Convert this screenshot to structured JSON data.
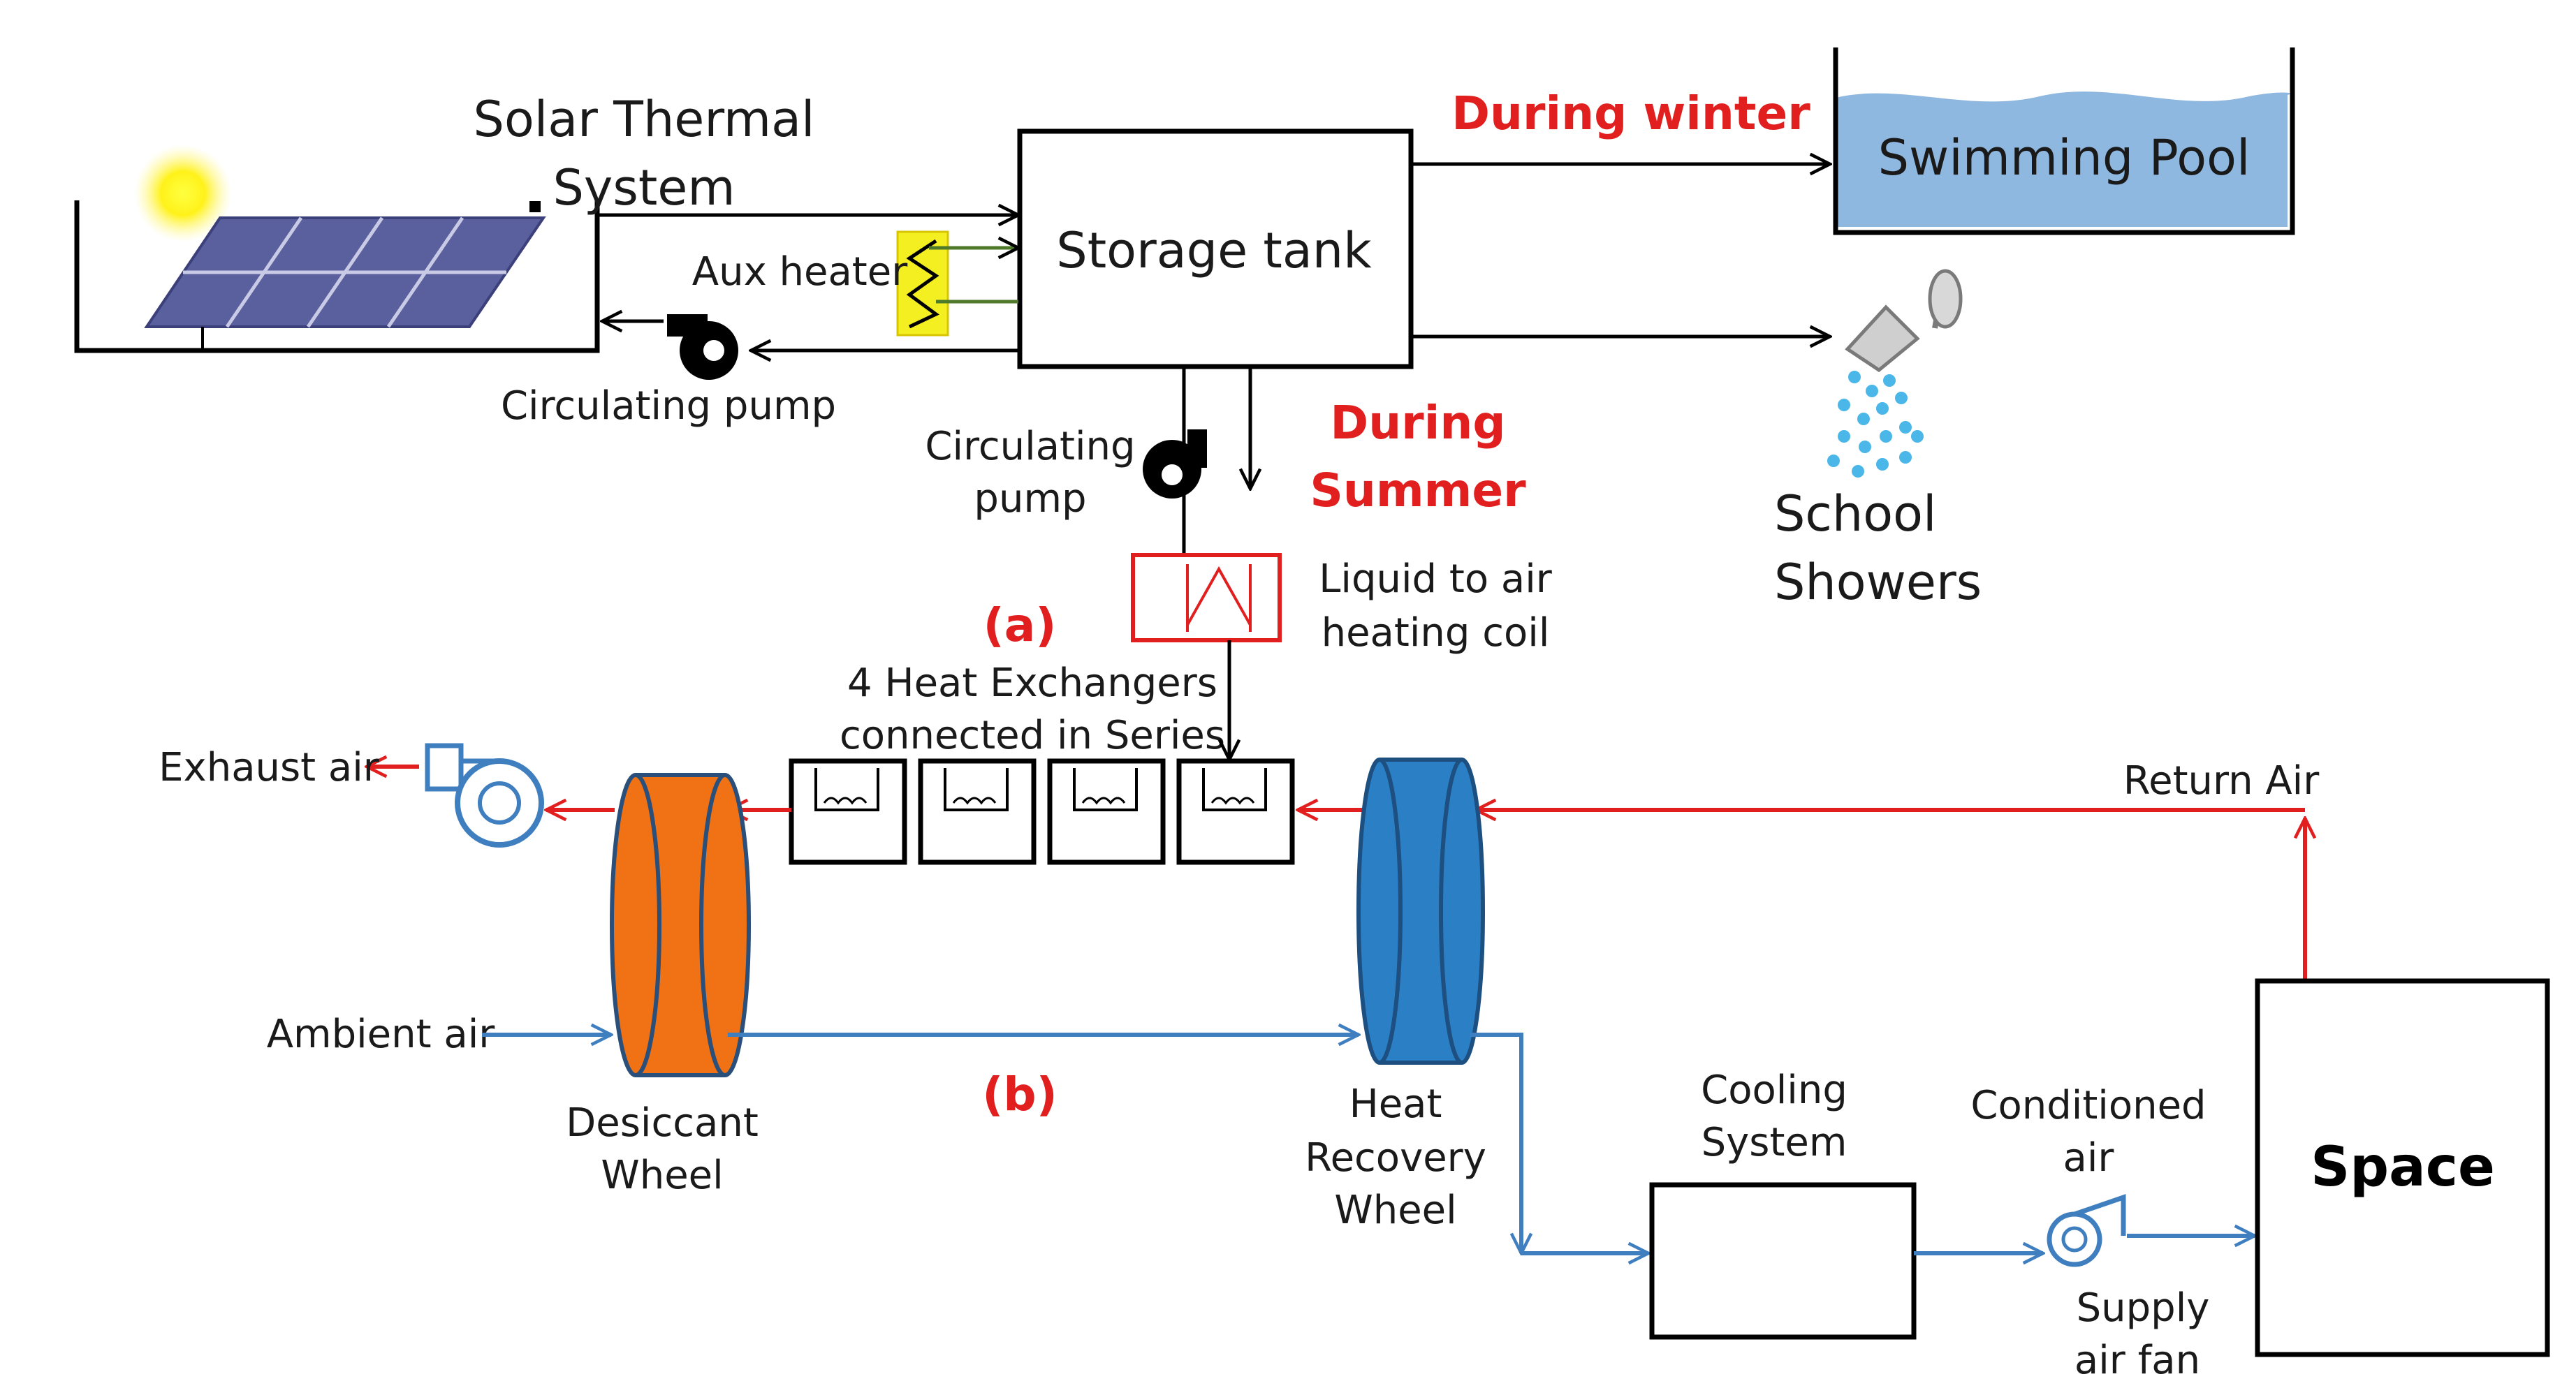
{
  "labels": {
    "solar_line1": "Solar Thermal",
    "solar_line2": "System",
    "storage_tank": "Storage tank",
    "aux_heater": "Aux heater",
    "circ_pump_top": "Circulating pump",
    "circ_pump_mid_1": "Circulating",
    "circ_pump_mid_2": "pump",
    "during_winter": "During winter",
    "during_summer_1": "During",
    "during_summer_2": "Summer",
    "swimming_pool": "Swimming Pool",
    "school_1": "School",
    "school_2": "Showers",
    "liquid_coil_1": "Liquid to air",
    "liquid_coil_2": "heating coil",
    "tag_a": "(a)",
    "tag_b": "(b)",
    "hx_1": "4 Heat Exchangers",
    "hx_2": "connected in Series",
    "exhaust_air": "Exhaust air",
    "return_air": "Return Air",
    "ambient_air": "Ambient air",
    "desiccant_1": "Desiccant",
    "desiccant_2": "Wheel",
    "heat_rec_1": "Heat",
    "heat_rec_2": "Recovery",
    "heat_rec_3": "Wheel",
    "cooling_1": "Cooling",
    "cooling_2": "System",
    "conditioned_1": "Conditioned",
    "conditioned_2": "air",
    "supply_fan_1": "Supply",
    "supply_fan_2": "air fan",
    "space": "Space"
  },
  "colors": {
    "hot_flow": "#e21f1f",
    "cold_flow": "#3f7fbf",
    "desiccant": "#f07215",
    "heat_recovery": "#2b7fc4",
    "pool_water": "#8fb8e0",
    "aux_heater": "#f4ef20"
  }
}
